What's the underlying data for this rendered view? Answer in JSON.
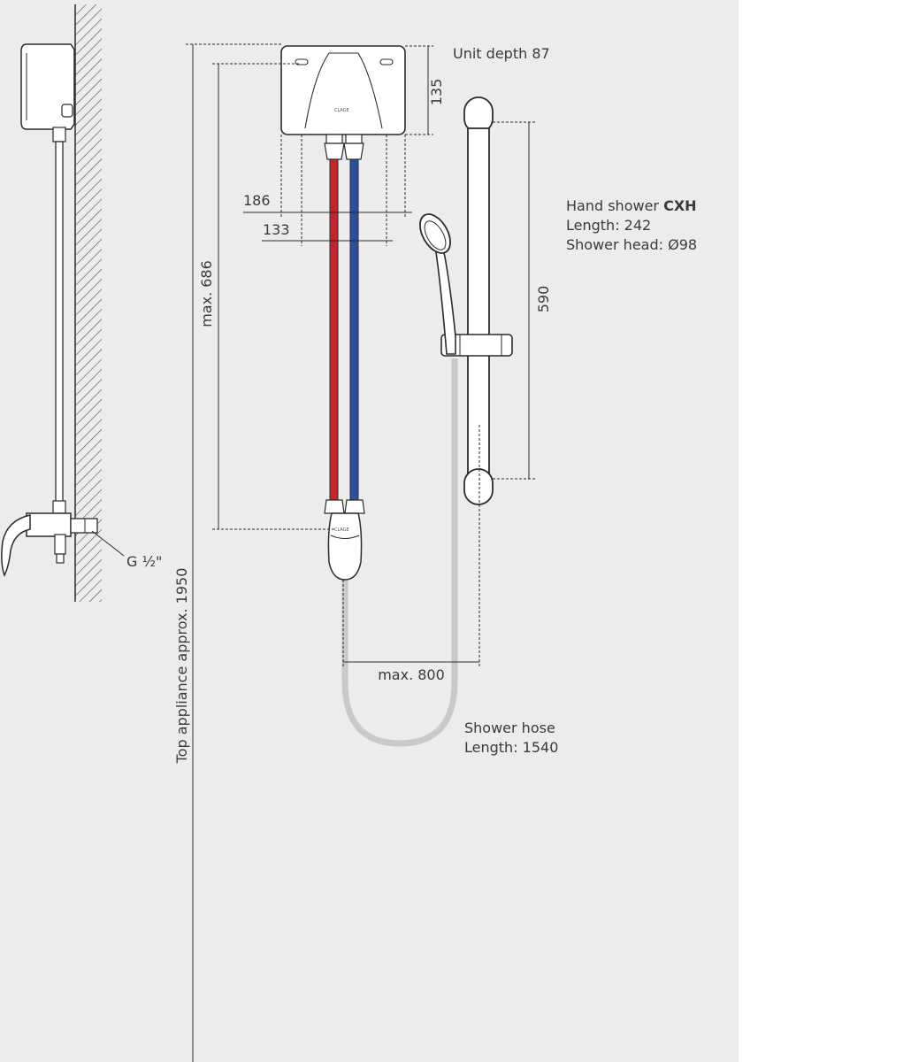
{
  "colors": {
    "panel_bg": "#ececed",
    "page_bg": "#ffffff",
    "line": "#2b2b2b",
    "hot_pipe": "#c4262e",
    "cold_pipe": "#2a4f9e",
    "hose": "#c9c9c9",
    "unit_fill": "#ffffff"
  },
  "unit": {
    "depth_prefix": "Unit depth",
    "depth_value": "87",
    "height_dim": "135",
    "brand_mark": "CLAGE"
  },
  "side_view": {
    "thread_label": "G ½\""
  },
  "dimensions": {
    "max_686": "max. 686",
    "width_186": "186",
    "width_133": "133",
    "rail_590": "590",
    "hose_reach": "max. 800",
    "top_appliance": "Top appliance approx. 1950"
  },
  "hand_shower": {
    "label_prefix": "Hand shower",
    "model": "CXH",
    "length": "Length: 242",
    "head": "Shower head: Ø98"
  },
  "shower_hose": {
    "title": "Shower hose",
    "length": "Length: 1540"
  }
}
